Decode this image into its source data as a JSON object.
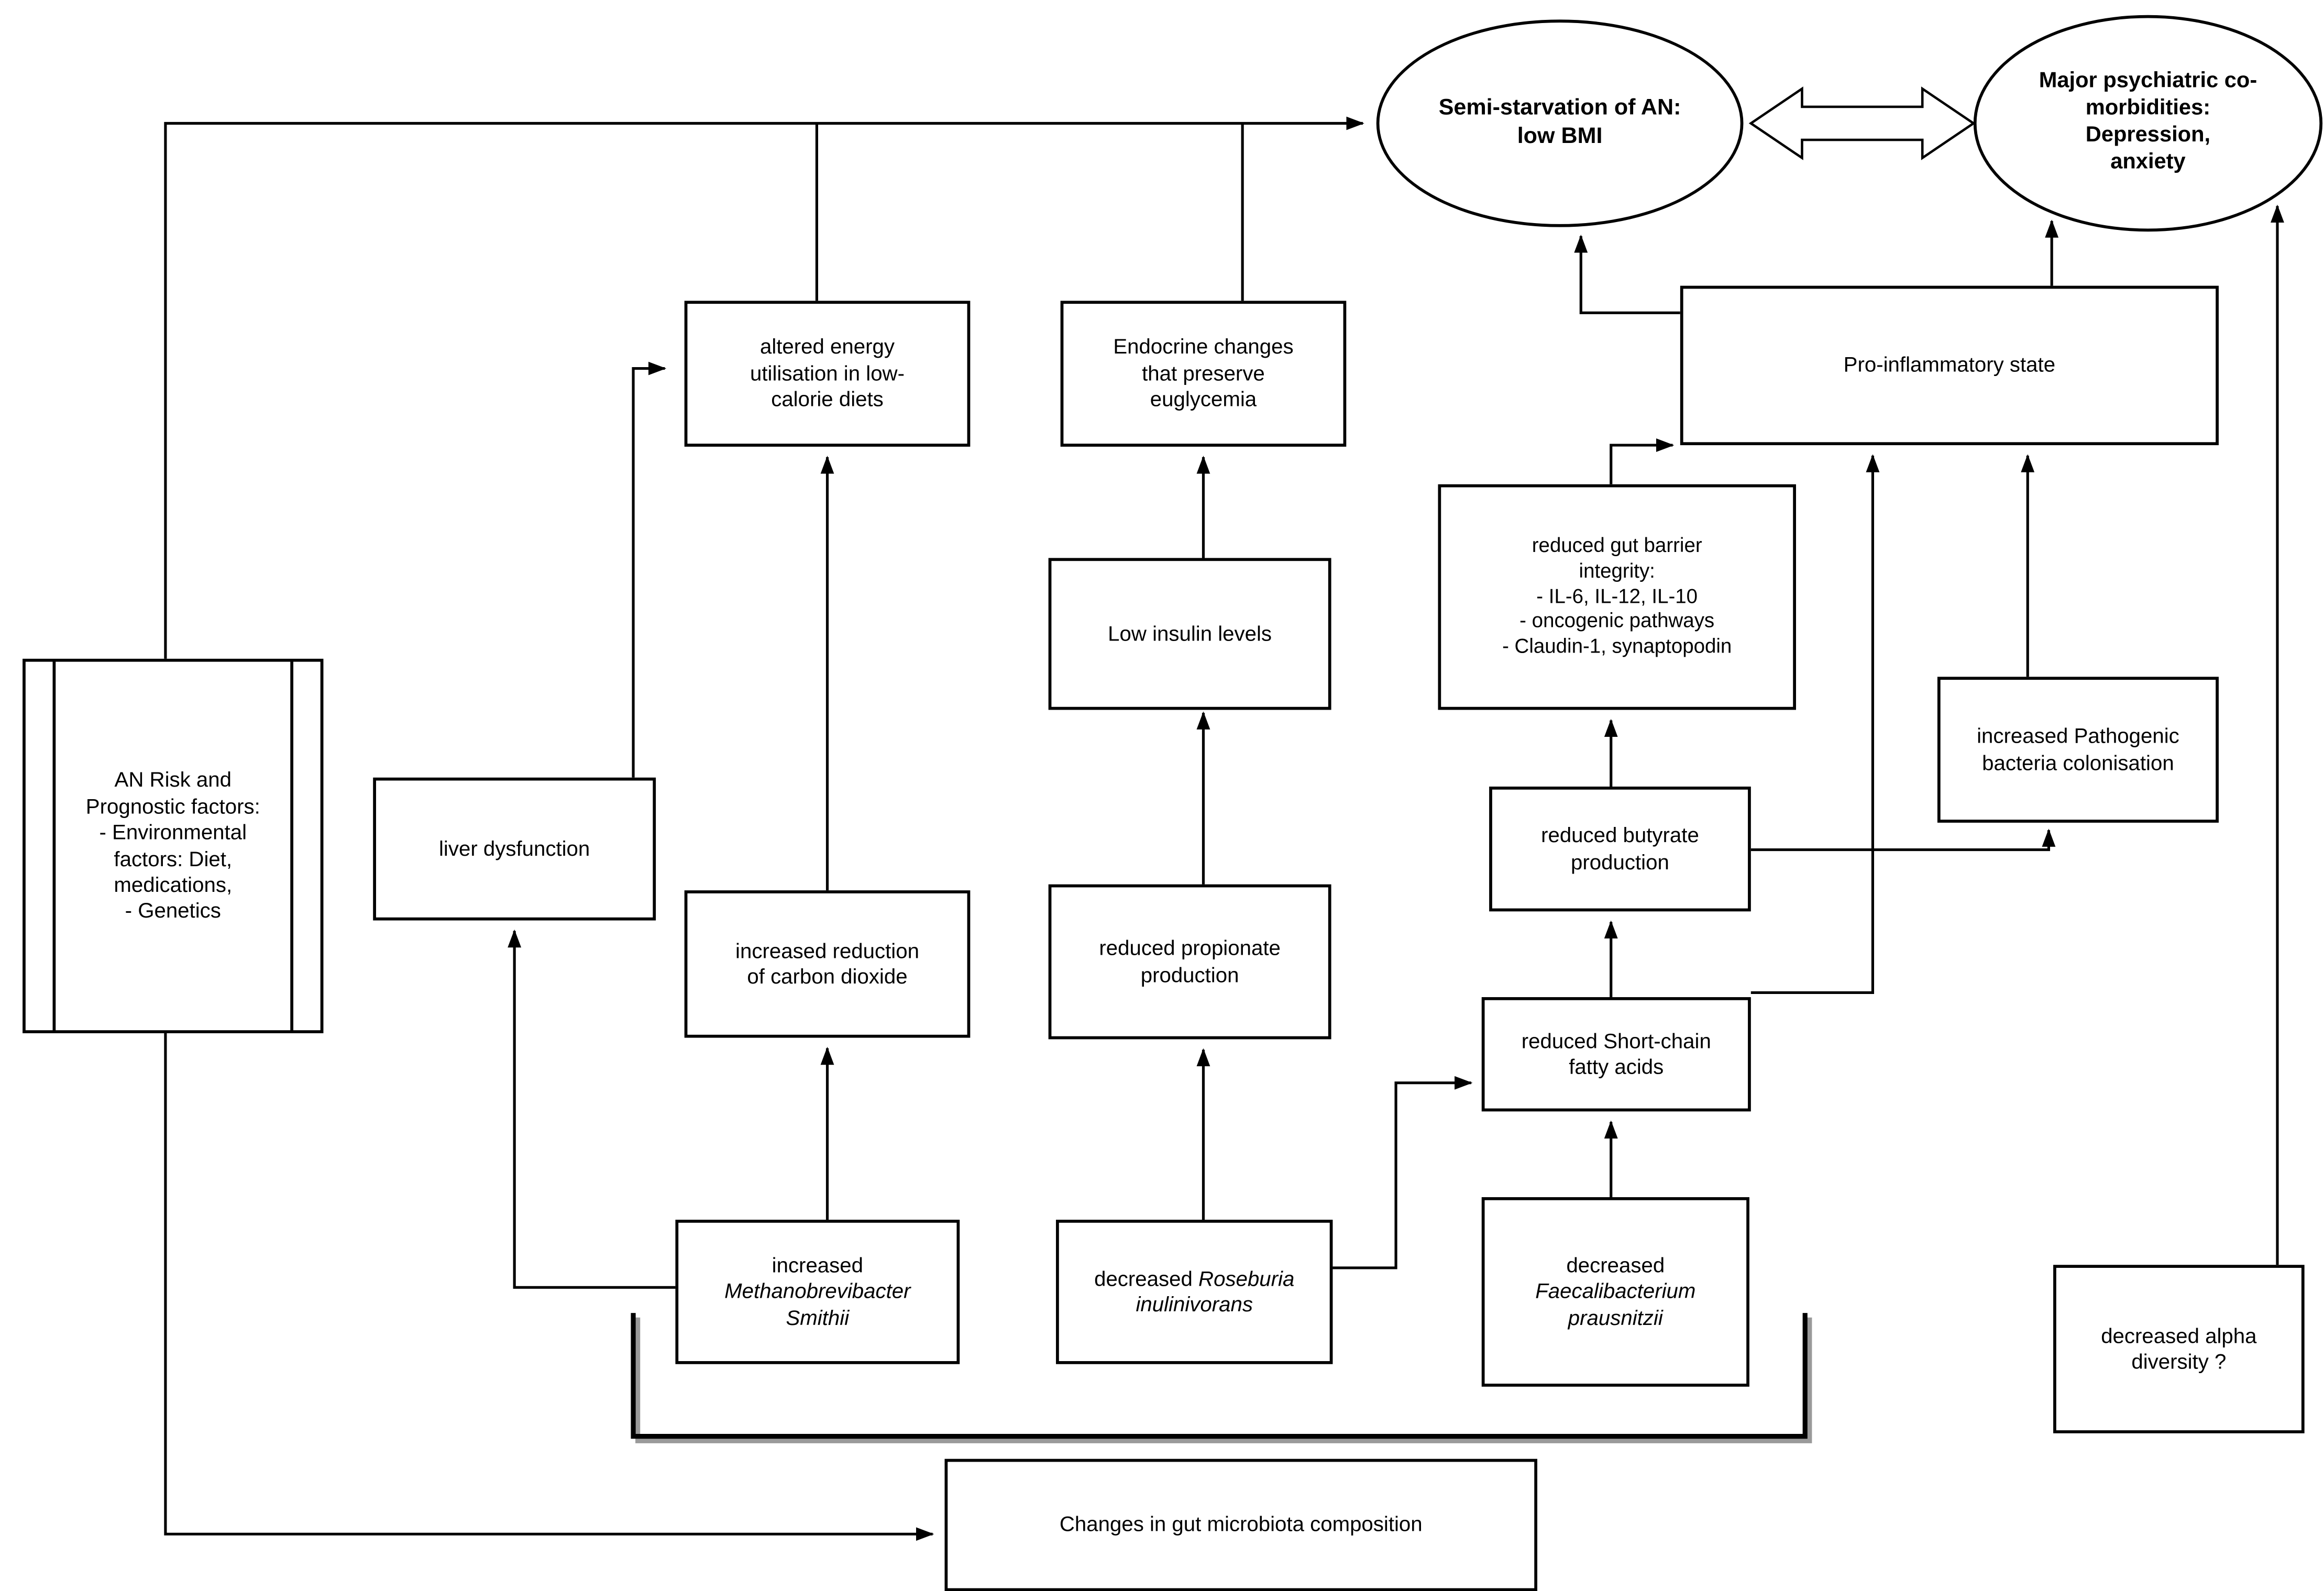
{
  "diagram": {
    "title_hint": "Gut microbiota changes and anorexia nervosa pathway diagram",
    "colors": {
      "line": "#000000",
      "box_fill": "#ffffff",
      "bracket_shadow": "#9a9a9a"
    },
    "nodes": {
      "semi_starvation": {
        "text": "Semi-starvation of AN:\nlow BMI"
      },
      "psychiatric": {
        "text": "Major psychiatric co-\nmorbidities:\nDepression,\nanxiety"
      },
      "pro_inflammatory": {
        "text": "Pro-inflammatory state"
      },
      "altered_energy": {
        "text": "altered energy\nutilisation in low-\ncalorie diets"
      },
      "endocrine": {
        "text": "Endocrine changes\nthat preserve\neuglycemia"
      },
      "gut_barrier": {
        "text": "reduced gut barrier\nintegrity:\n- IL-6, IL-12, IL-10\n- oncogenic pathways\n- Claudin-1, synaptopodin"
      },
      "low_insulin": {
        "text": "Low insulin levels"
      },
      "an_risk": {
        "text": "AN Risk and\nPrognostic factors:\n- Environmental\nfactors: Diet,\nmedications,\n- Genetics"
      },
      "liver": {
        "text": "liver dysfunction"
      },
      "pathogenic": {
        "text": "increased Pathogenic\nbacteria colonisation"
      },
      "butyrate": {
        "text": "reduced butyrate\nproduction"
      },
      "co2": {
        "text": "increased reduction\nof carbon dioxide"
      },
      "propionate": {
        "text": "reduced propionate\nproduction"
      },
      "scfa": {
        "text": "reduced Short-chain\nfatty acids"
      },
      "methanobrevibacter": {
        "prefix": "increased",
        "species": "Methanobrevibacter\nSmithii"
      },
      "roseburia": {
        "prefix": "decreased ",
        "species": "Roseburia inulinivorans"
      },
      "faecalibacterium": {
        "prefix": "decreased",
        "species": "Faecalibacterium\nprausnitzii"
      },
      "alpha_diversity": {
        "text": "decreased alpha\ndiversity ?"
      },
      "changes_microbiota": {
        "text": "Changes in gut microbiota composition"
      }
    }
  }
}
